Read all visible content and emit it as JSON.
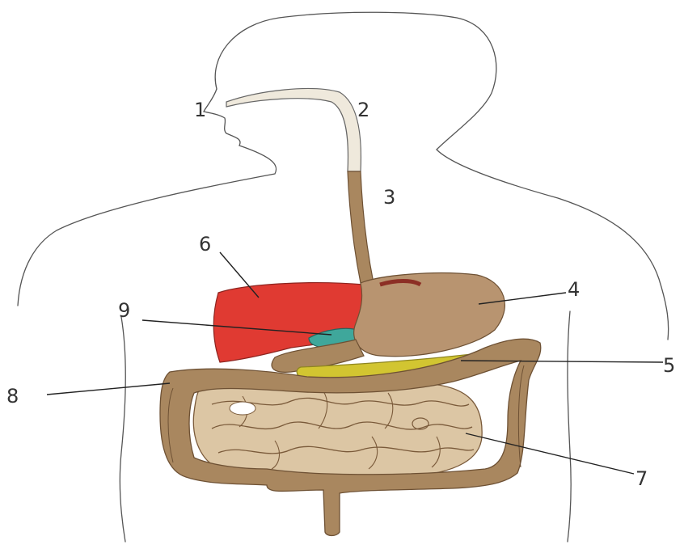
{
  "diagram": {
    "subject": "digestive-system",
    "labels": [
      "1",
      "2",
      "3",
      "4",
      "5",
      "6",
      "7",
      "8",
      "9"
    ]
  },
  "colors": {
    "gut_brown": "#a9875f",
    "gut_dark": "#7a5a3a",
    "liver_red": "#e03a32",
    "gallbladder_teal": "#3fa79b",
    "pancreas_yellow": "#d2c531",
    "pharynx_cream": "#efe9dc",
    "intestine_light": "#d9c2a2",
    "outline": "#555555"
  }
}
